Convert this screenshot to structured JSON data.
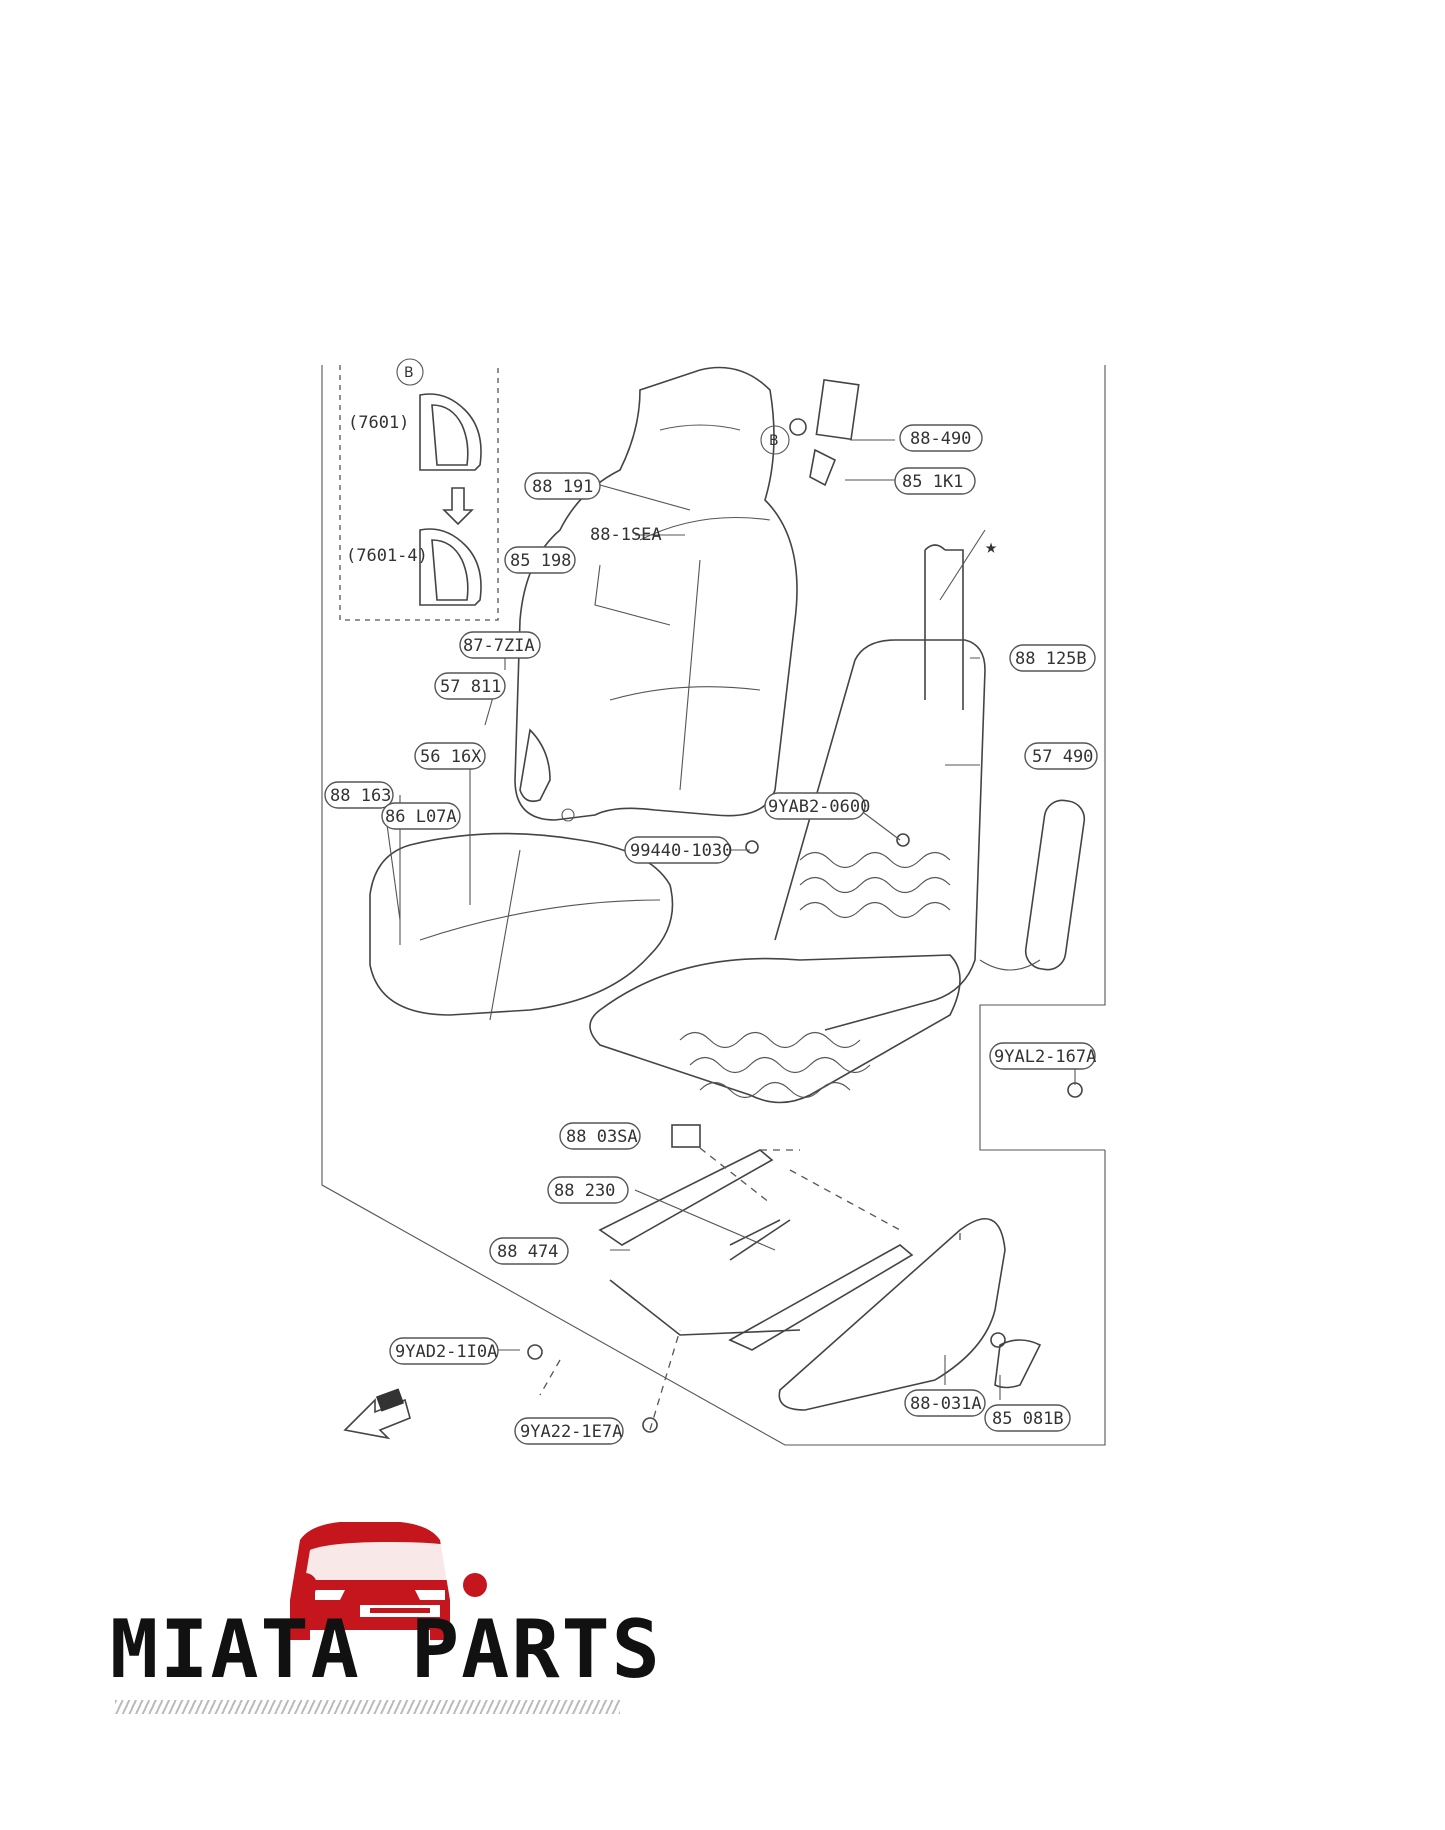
{
  "diagram": {
    "parts": [
      {
        "id": "p1",
        "label": "88 191"
      },
      {
        "id": "p2",
        "label": "88-1SEA"
      },
      {
        "id": "p3",
        "label": "85 198"
      },
      {
        "id": "p4",
        "label": "88-490"
      },
      {
        "id": "p5",
        "label": "85 1K1"
      },
      {
        "id": "p6",
        "label": "87-7ZIA"
      },
      {
        "id": "p7",
        "label": "57 811"
      },
      {
        "id": "p8",
        "label": "56 16X"
      },
      {
        "id": "p9",
        "label": "88 163"
      },
      {
        "id": "p10",
        "label": "86 L07A"
      },
      {
        "id": "p11",
        "label": "88 125B"
      },
      {
        "id": "p12",
        "label": "57 490"
      },
      {
        "id": "p13",
        "label": "9YAB2-0600"
      },
      {
        "id": "p14",
        "label": "99440-1030"
      },
      {
        "id": "p15",
        "label": "9YAL2-167A"
      },
      {
        "id": "p16",
        "label": "88 03SA"
      },
      {
        "id": "p17",
        "label": "88 230"
      },
      {
        "id": "p18",
        "label": "88 474"
      },
      {
        "id": "p19",
        "label": "9YAD2-1I0A"
      },
      {
        "id": "p20",
        "label": "9YA22-1E7A"
      },
      {
        "id": "p21",
        "label": "88-031A"
      },
      {
        "id": "p22",
        "label": "85 081B"
      }
    ],
    "inset_refs": [
      "(7601)",
      "(7601-4)"
    ],
    "marker_b": "B",
    "star": "★"
  },
  "brand": {
    "name": "MIATA PARTS",
    "color_red": "#c4161c",
    "color_text": "#111111"
  }
}
